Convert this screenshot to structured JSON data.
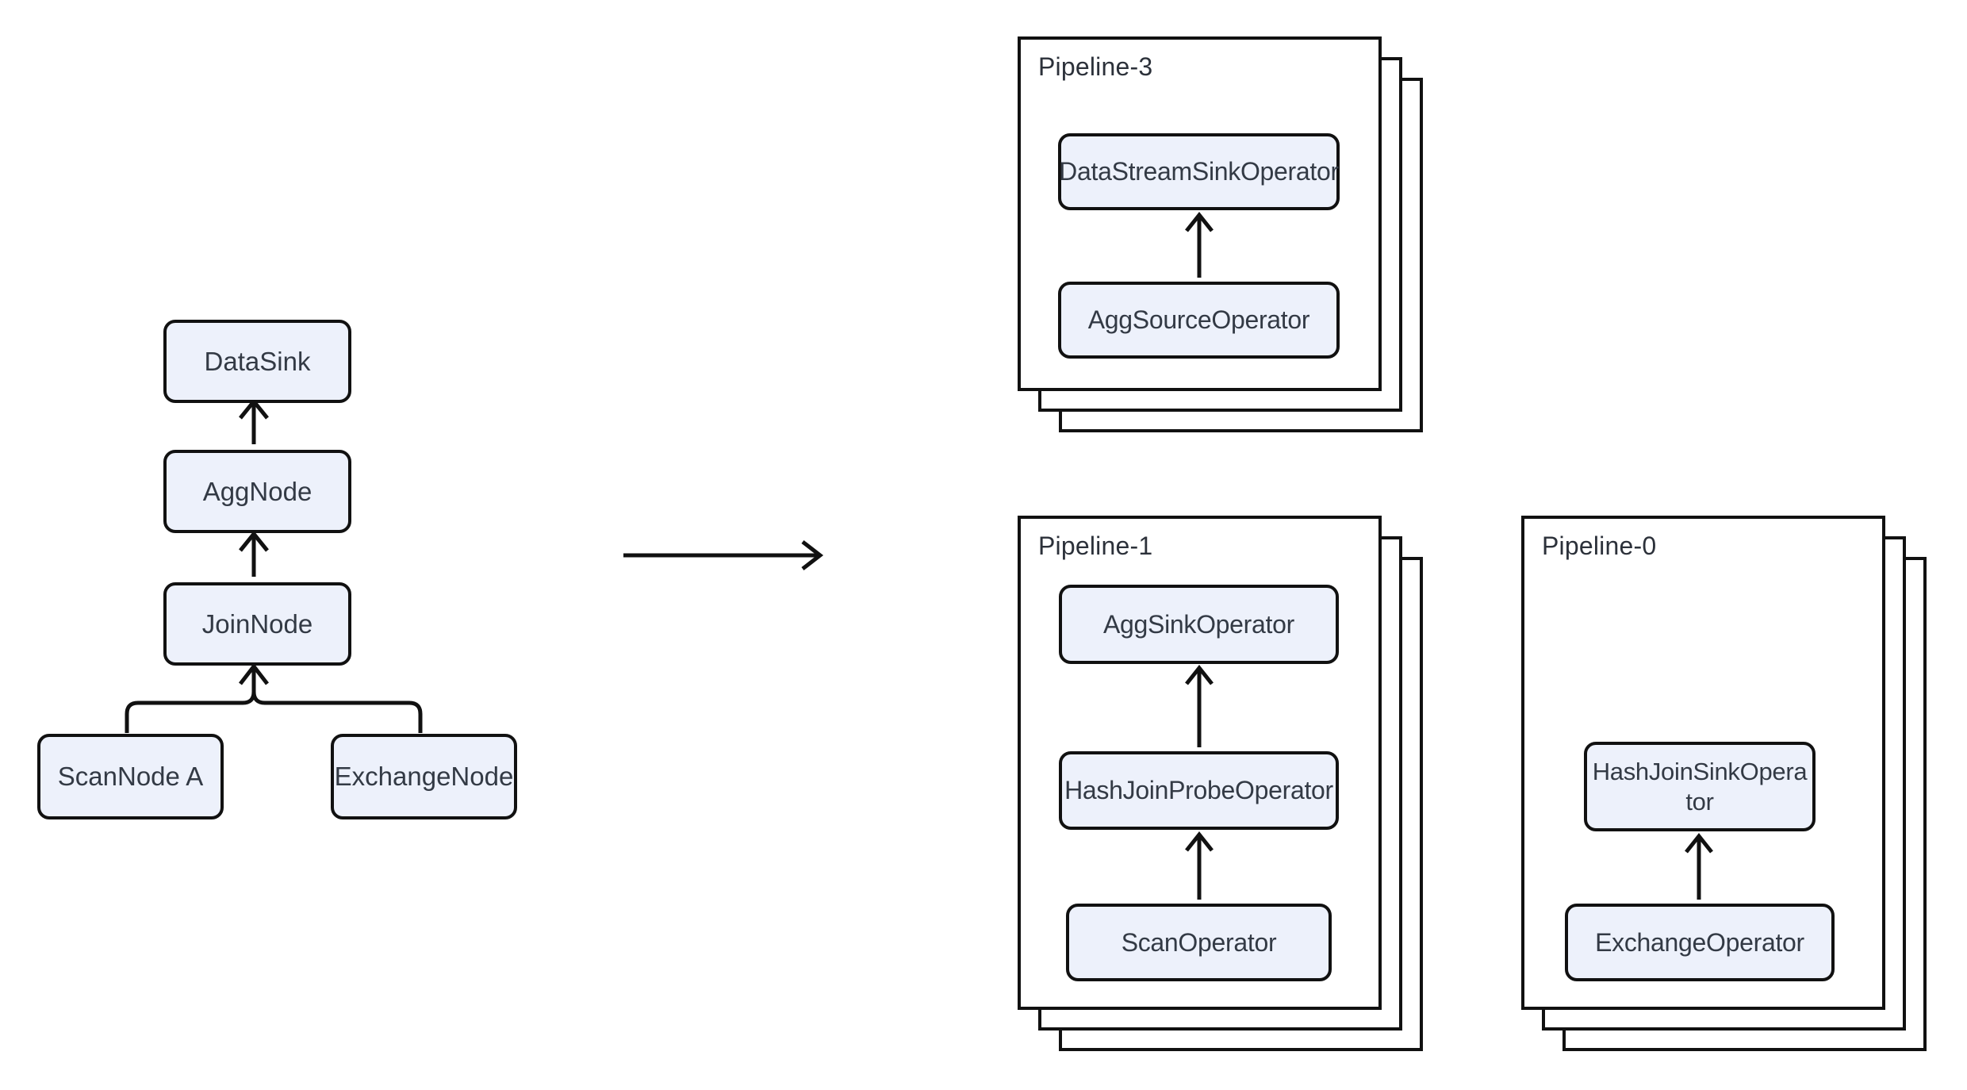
{
  "colors": {
    "node_fill": "#edf1fb",
    "line": "#111111",
    "node_text": "#333a45",
    "title_text": "#2c313a",
    "card_fill": "#ffffff"
  },
  "plan_tree": {
    "nodes": {
      "datasink": "DataSink",
      "aggnode": "AggNode",
      "joinnode": "JoinNode",
      "scannode_a": "ScanNode A",
      "exchangenode": "ExchangeNode"
    }
  },
  "pipelines": {
    "p3": {
      "title": "Pipeline-3",
      "op1": "DataStreamSinkOperator",
      "op2": "AggSourceOperator"
    },
    "p1": {
      "title": "Pipeline-1",
      "op1": "AggSinkOperator",
      "op2": "HashJoinProbeOperator",
      "op3": "ScanOperator"
    },
    "p0": {
      "title": "Pipeline-0",
      "op1": "HashJoinSinkOpera\ntor",
      "op2": "ExchangeOperator"
    }
  }
}
